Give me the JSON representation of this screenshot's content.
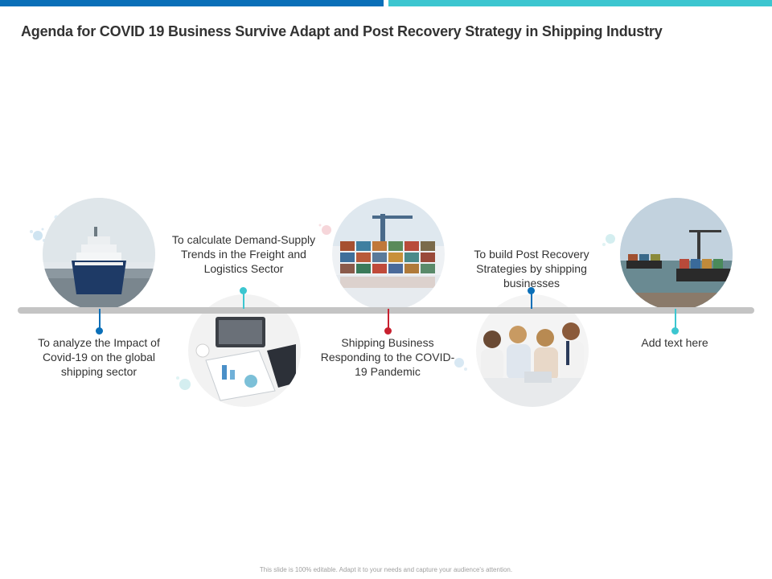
{
  "title": "Agenda for COVID 19 Business Survive Adapt and Post Recovery Strategy in Shipping Industry",
  "items": [
    {
      "label": "To analyze the Impact of Covid-19 on the global shipping sector",
      "image": "cruise-ship-photo",
      "color": "#0a6fb8"
    },
    {
      "label": "To calculate Demand-Supply Trends in the Freight and Logistics Sector",
      "image": "business-charts-photo",
      "color": "#3cc6d0"
    },
    {
      "label": "Shipping Business Responding to the COVID-19 Pandemic",
      "image": "container-port-photo",
      "color": "#c8202f"
    },
    {
      "label": "To build Post Recovery Strategies by shipping businesses",
      "image": "business-team-photo",
      "color": "#0a6fb8"
    },
    {
      "label": "Add text here",
      "image": "cargo-ship-photo",
      "color": "#3cc6d0"
    }
  ],
  "footer": "This slide is 100% editable. Adapt it to your needs and capture your audience's attention."
}
